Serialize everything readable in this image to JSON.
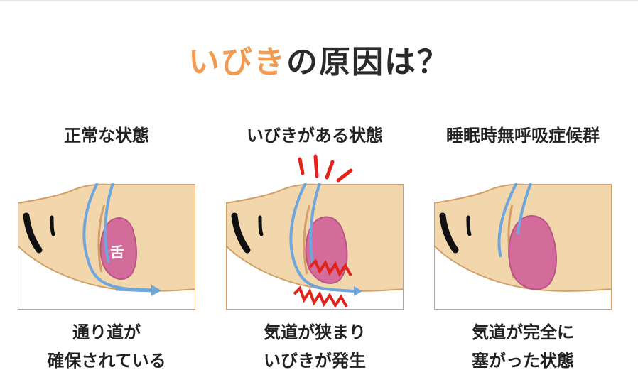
{
  "title": {
    "highlight": "いびき",
    "rest": "の原因は？",
    "highlight_color": "#f39a51"
  },
  "panels": [
    {
      "heading": "正常な状態",
      "tongue_label": "舌",
      "caption_line1": "通り道が",
      "caption_line2": "確保されている"
    },
    {
      "heading": "いびきがある状態",
      "caption_line1": "気道が狭まり",
      "caption_line2": "いびきが発生"
    },
    {
      "heading": "睡眠時無呼吸症候群",
      "caption_line1": "気道が完全に",
      "caption_line2": "塞がった状態"
    }
  ],
  "colors": {
    "skin": "#f3d7ac",
    "outline": "#d2a067",
    "tongue": "#d36b9b",
    "airflow": "#6fa6dc",
    "vibration": "#e2231a",
    "feature": "#111111"
  },
  "icons": {
    "airflow": "arrow-right-icon",
    "vibration": "zigzag-icon",
    "snore": "sound-burst-icon"
  }
}
